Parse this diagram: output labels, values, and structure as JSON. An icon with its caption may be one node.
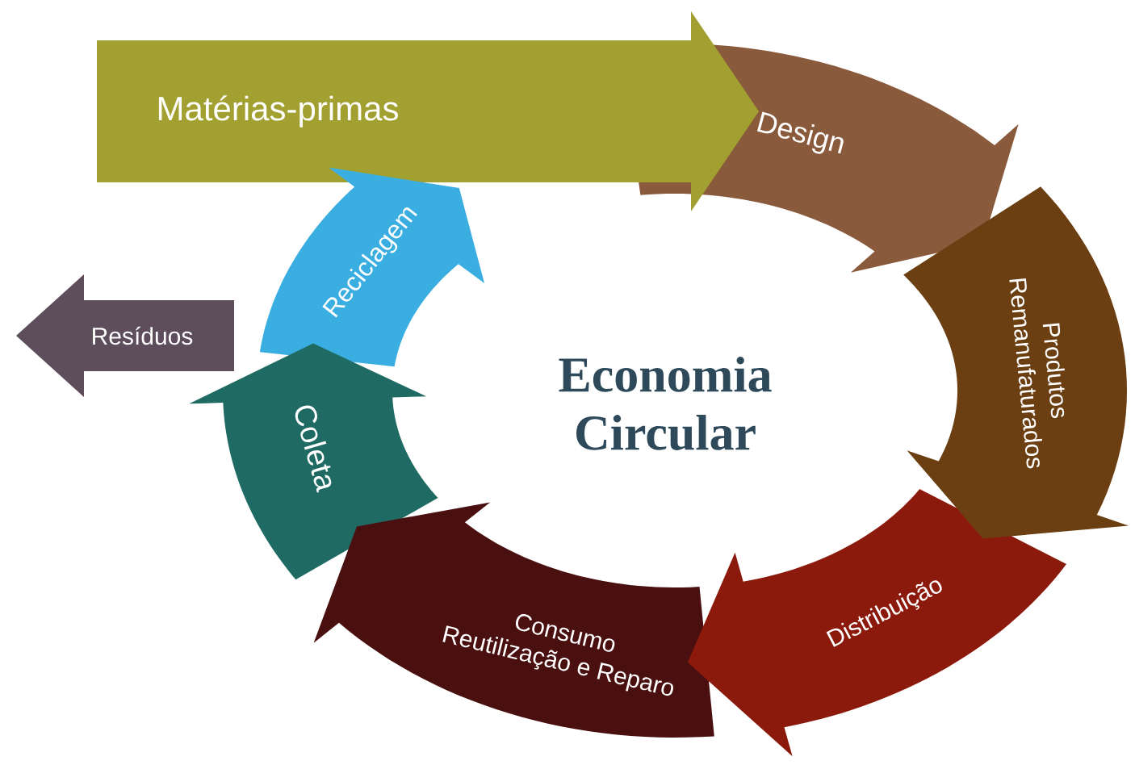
{
  "diagram": {
    "title": "Economia Circular",
    "nodes": [
      {
        "text": [
          "Matérias-primas"
        ]
      },
      {
        "text": [
          "Design"
        ]
      },
      {
        "text": [
          "Produtos Remanufaturados"
        ]
      },
      {
        "text": [
          "Distribuição"
        ]
      },
      {
        "text": [
          "Consumo",
          "Reutilização e Reparo"
        ]
      },
      {
        "text": [
          "Coleta"
        ]
      },
      {
        "text": [
          "Reciclagem"
        ]
      },
      {
        "text": [
          "Resíduos"
        ]
      }
    ]
  }
}
